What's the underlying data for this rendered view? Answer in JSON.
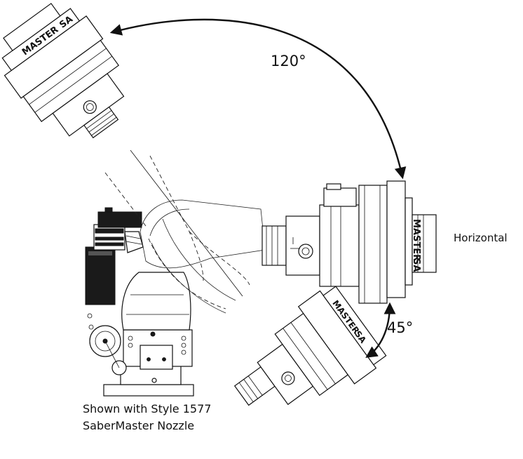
{
  "angles": {
    "upper": "120°",
    "lower": "45°"
  },
  "labels": {
    "horizontal": "Horizontal",
    "caption_line1": "Shown with Style 1577",
    "caption_line2": "SaberMaster Nozzle"
  },
  "nozzle_brand": {
    "top": "MASTER",
    "top_partial": "SA",
    "right": "MASTER",
    "right_partial": "SA",
    "bottom": "MASTER",
    "bottom_partial": "SA"
  }
}
